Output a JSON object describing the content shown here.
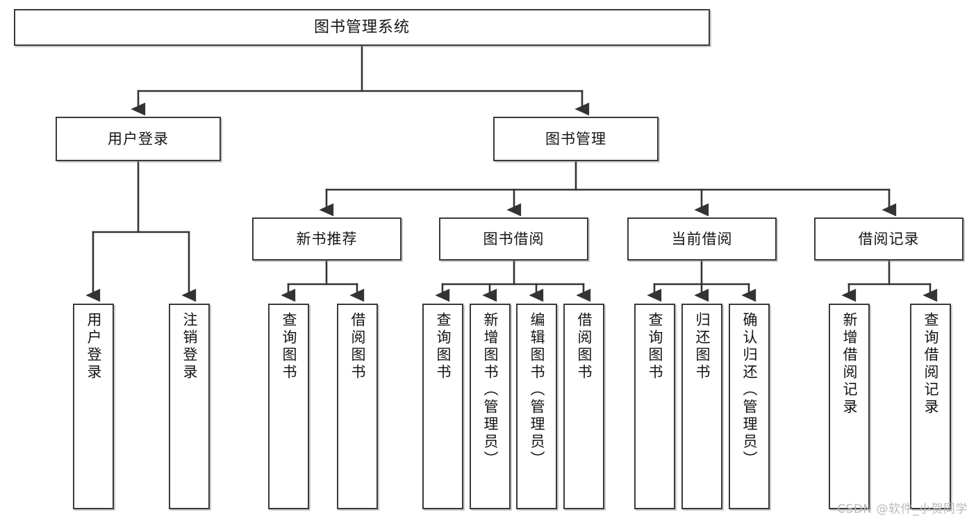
{
  "diagram": {
    "title": "图书管理系统",
    "type": "tree",
    "watermark": "CSDN @软件_小贺同学",
    "colors": {
      "node_border": "#3a3a3a",
      "node_fill": "#ffffff",
      "edge": "#333333",
      "watermark": "#b9b9b9",
      "background": "#ffffff"
    },
    "nodes": {
      "root": {
        "label": "图书管理系统"
      },
      "level2": [
        {
          "id": "user-login",
          "label": "用户登录"
        },
        {
          "id": "book-manage",
          "label": "图书管理"
        }
      ],
      "level3": [
        {
          "id": "new-book-rec",
          "label": "新书推荐"
        },
        {
          "id": "book-borrow",
          "label": "图书借阅"
        },
        {
          "id": "current-borrow",
          "label": "当前借阅"
        },
        {
          "id": "borrow-record",
          "label": "借阅记录"
        }
      ],
      "leaves": {
        "user-login": [
          {
            "id": "leaf-user-login",
            "label": "用户登录"
          },
          {
            "id": "leaf-logout",
            "label": "注销登录"
          }
        ],
        "new-book-rec": [
          {
            "id": "leaf-query-book-1",
            "label": "查询图书"
          },
          {
            "id": "leaf-borrow-book-1",
            "label": "借阅图书"
          }
        ],
        "book-borrow": [
          {
            "id": "leaf-query-book-2",
            "label": "查询图书"
          },
          {
            "id": "leaf-add-book",
            "label": "新增图书（管理员）"
          },
          {
            "id": "leaf-edit-book",
            "label": "编辑图书（管理员）"
          },
          {
            "id": "leaf-borrow-book-2",
            "label": "借阅图书"
          }
        ],
        "current-borrow": [
          {
            "id": "leaf-query-book-3",
            "label": "查询图书"
          },
          {
            "id": "leaf-return-book",
            "label": "归还图书"
          },
          {
            "id": "leaf-confirm-return",
            "label": "确认归还（管理员）"
          }
        ],
        "borrow-record": [
          {
            "id": "leaf-add-record",
            "label": "新增借阅记录"
          },
          {
            "id": "leaf-query-record",
            "label": "查询借阅记录"
          }
        ]
      }
    }
  }
}
